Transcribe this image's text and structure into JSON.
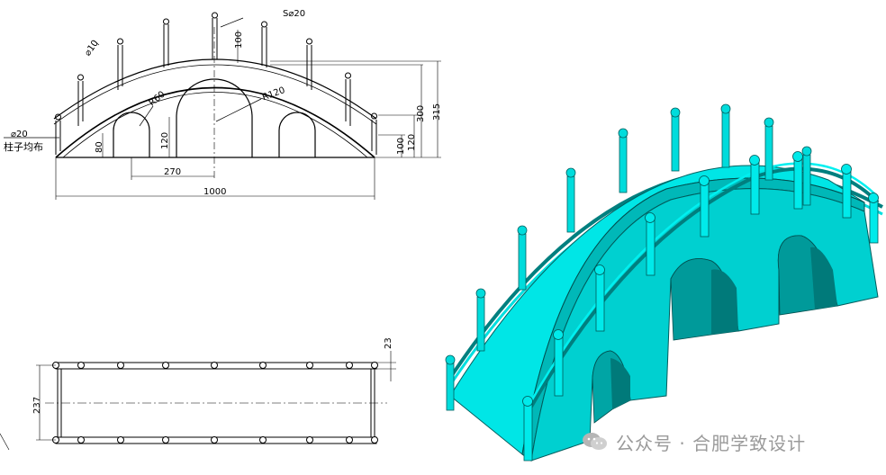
{
  "front_view": {
    "dims": {
      "sphere": "S⌀20",
      "rail_dia": "⌀10",
      "d100_top": "100",
      "r60": "R60",
      "r120": "R120",
      "d300": "300",
      "d315": "315",
      "post_dia": "⌀20",
      "post_note": "柱子均布",
      "d80": "80",
      "d120_arch": "120",
      "d100_right": "100",
      "d120_right": "120",
      "d270": "270",
      "d1000": "1000"
    }
  },
  "top_view": {
    "dims": {
      "d23": "23",
      "d237": "237"
    }
  },
  "watermark": {
    "text": "公众号 · 合肥学致设计"
  },
  "colors": {
    "bridge": "#00e0e0",
    "bridge_dark": "#008c8c",
    "line": "#000000",
    "watermark": "#9a9a9a"
  }
}
